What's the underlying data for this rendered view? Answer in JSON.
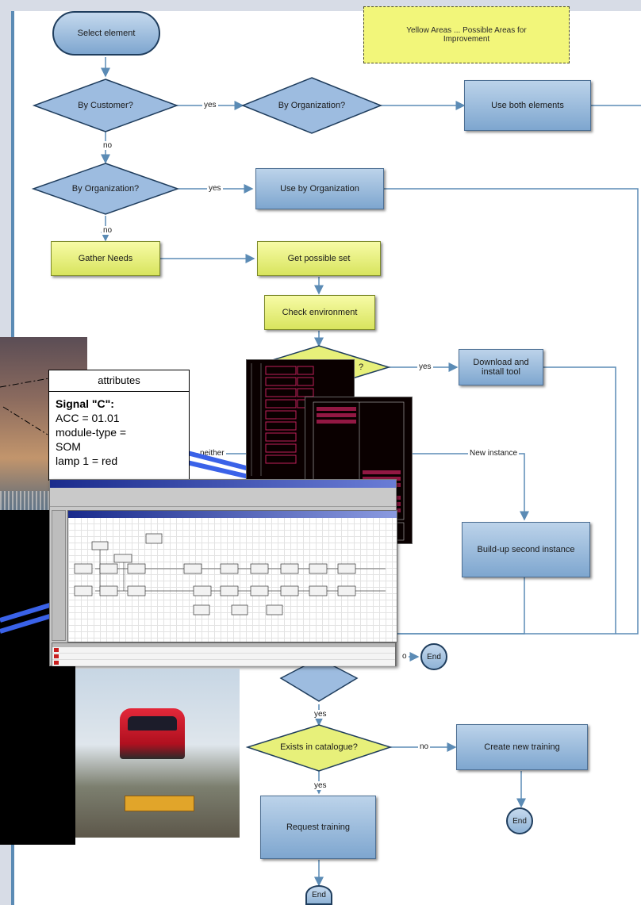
{
  "note": {
    "text": "Yellow Areas ... Possible Areas for Improvement"
  },
  "nodes": {
    "select_element": "Select element",
    "by_customer": "By Customer?",
    "by_organization_1": "By Organization?",
    "use_both": "Use both elements",
    "by_organization_2": "By Organization?",
    "use_by_org": "Use by Organization",
    "gather_needs": "Gather Needs",
    "get_possible_set": "Get possible set",
    "check_environment": "Check environment",
    "download_install": "Download and install tool",
    "build_up_second": "Build-up second instance",
    "exists_in_catalogue": "Exists in catalogue?",
    "create_new_training": "Create new training",
    "request_training": "Request training",
    "end_1": "End",
    "end_2": "End",
    "end_3": "End",
    "partial_question": "?"
  },
  "labels": {
    "yes_1": "yes",
    "no_1": "no",
    "yes_2": "yes",
    "no_2": "no",
    "yes_3": "yes",
    "neither": "neither",
    "new_instance": "New instance",
    "no_3": "o",
    "yes_4": "yes",
    "no_4": "no",
    "yes_5": "yes"
  },
  "attributes_box": {
    "title": "attributes",
    "heading": "Signal \"C\":",
    "lines": [
      "ACC = 01.01",
      "module-type =",
      "SOM",
      "lamp 1 = red"
    ]
  },
  "colors": {
    "process_blue": "#7ea6cf",
    "process_yellow": "#d8e45e",
    "connector": "#5b8bb5",
    "note_yellow": "#f2f67a"
  }
}
